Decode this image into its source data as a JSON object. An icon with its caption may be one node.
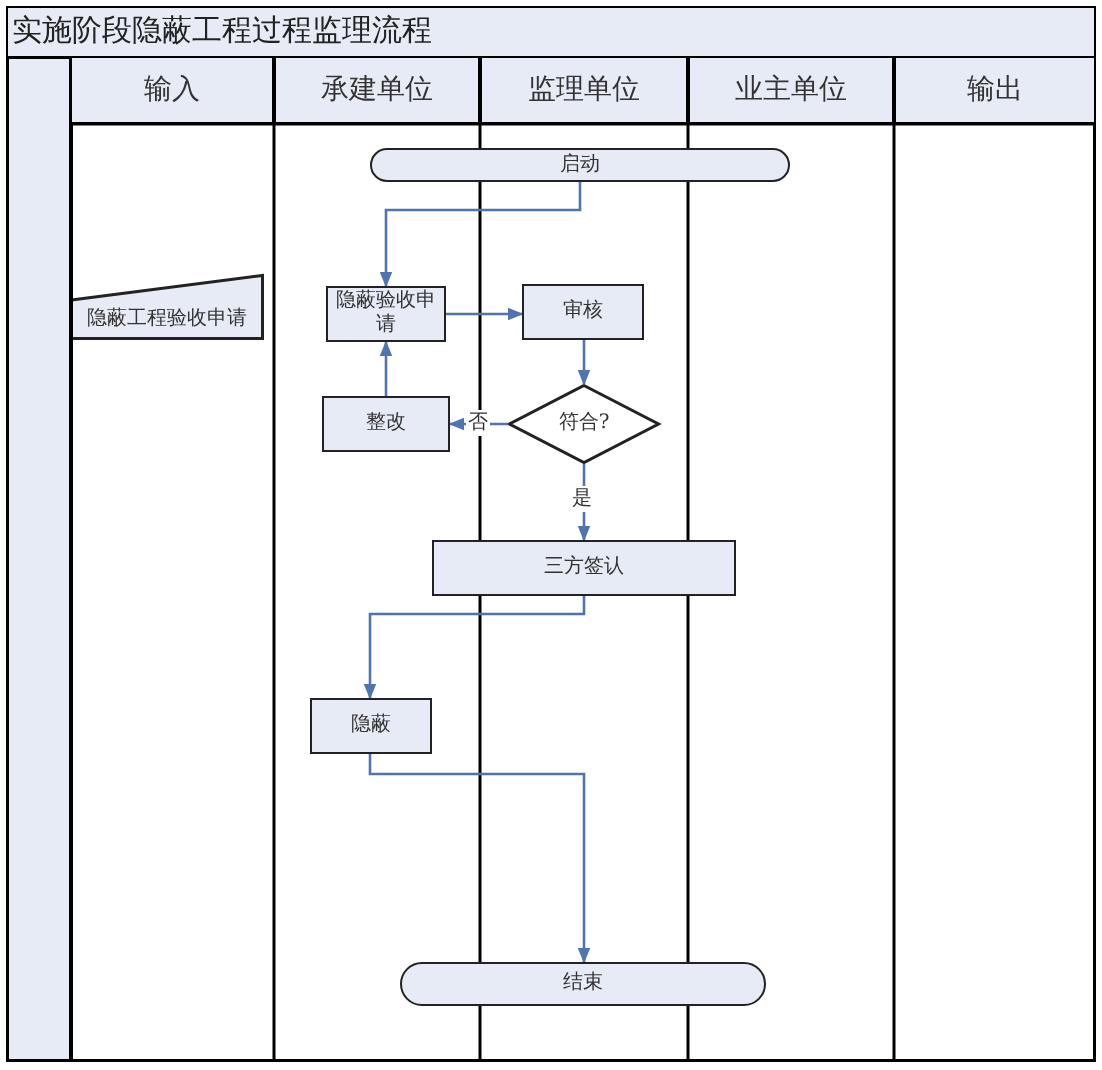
{
  "diagram": {
    "title": "实施阶段隐蔽工程过程监理流程",
    "nodes": [
      {
        "text": [
          "输入"
        ]
      },
      {
        "text": [
          "承建单位"
        ]
      },
      {
        "text": [
          "监理单位"
        ]
      },
      {
        "text": [
          "业主单位"
        ]
      },
      {
        "text": [
          "输出"
        ]
      },
      {
        "text": [
          "启动"
        ]
      },
      {
        "text": [
          "隐蔽工程验收申请"
        ]
      },
      {
        "text": [
          "隐蔽验收申请"
        ]
      },
      {
        "text": [
          "审核"
        ]
      },
      {
        "text": [
          "符合?"
        ]
      },
      {
        "text": [
          "整改"
        ]
      },
      {
        "text": [
          "三方签认"
        ]
      },
      {
        "text": [
          "隐蔽"
        ]
      },
      {
        "text": [
          "结束"
        ]
      }
    ],
    "edges": [
      {
        "from": 5,
        "to": 7,
        "arrow": "to"
      },
      {
        "from": 7,
        "to": 8,
        "arrow": "to"
      },
      {
        "from": 8,
        "to": 9,
        "arrow": "to"
      },
      {
        "from": 9,
        "to": 10,
        "label": "否",
        "arrow": "to"
      },
      {
        "from": 10,
        "to": 7,
        "arrow": "to"
      },
      {
        "from": 9,
        "to": 11,
        "label": "是",
        "arrow": "to"
      },
      {
        "from": 11,
        "to": 12,
        "arrow": "to"
      },
      {
        "from": 12,
        "to": 13,
        "arrow": "to"
      }
    ]
  }
}
